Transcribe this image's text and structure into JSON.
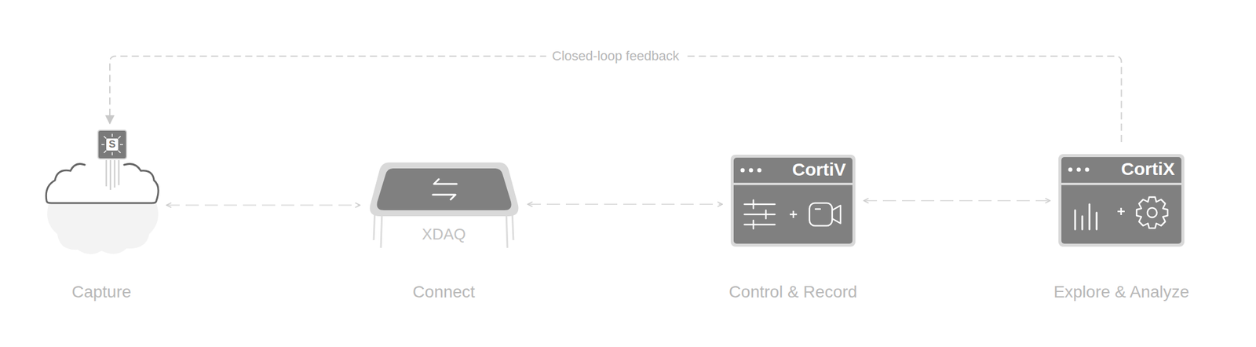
{
  "diagram": {
    "nodes": [
      {
        "text": [
          "Capture"
        ]
      },
      {
        "text": [
          "XDAQ",
          "Connect"
        ]
      },
      {
        "text": [
          "CortiV",
          "Control & Record"
        ]
      },
      {
        "text": [
          "CortiX",
          "Explore & Analyze"
        ]
      }
    ],
    "edges": [
      {
        "from": 0,
        "to": 1,
        "arrow": "both"
      },
      {
        "from": 1,
        "to": 2,
        "arrow": "both"
      },
      {
        "from": 2,
        "to": 3,
        "arrow": "both"
      },
      {
        "from": 3,
        "to": 0,
        "label": "Closed-loop feedback",
        "arrow": "to"
      }
    ],
    "labels": [
      "S"
    ]
  }
}
